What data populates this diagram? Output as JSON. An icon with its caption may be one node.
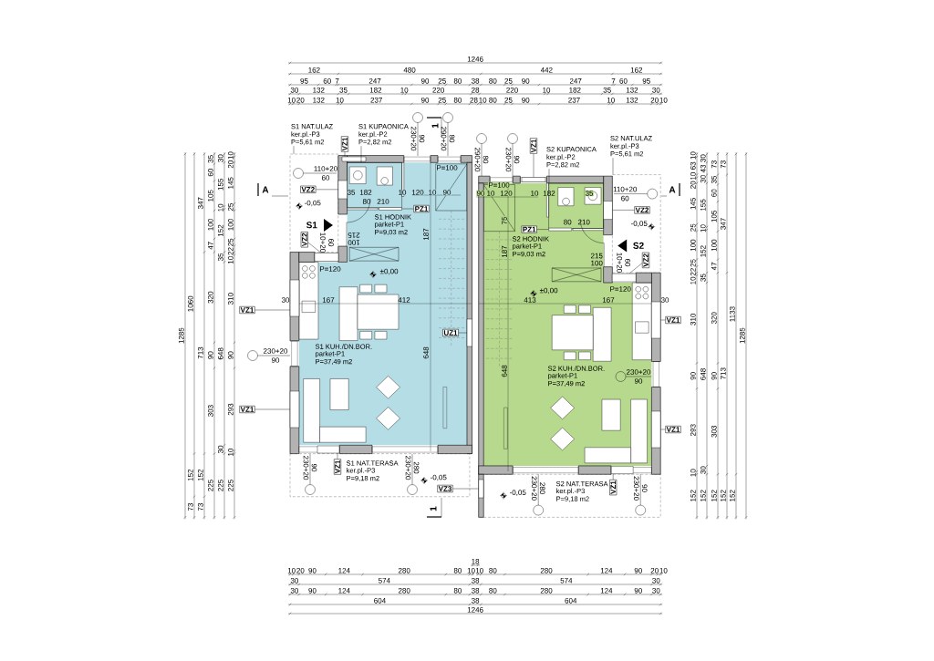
{
  "diagram": {
    "nodes": [
      {
        "text": [],
        "shape": "box"
      },
      {
        "text": [],
        "shape": "box"
      },
      {
        "text": [],
        "shape": "box"
      },
      {
        "text": [],
        "shape": "box"
      },
      {
        "text": [
          "S1 NAT.ULAZ",
          "ker.pl.-P3",
          "P=5,61 m2"
        ]
      },
      {
        "text": [
          "S1 KUPAONICA",
          "ker.pl.-P2",
          "P=2,82 m2"
        ]
      },
      {
        "text": [
          "S2 KUPAONICA",
          "ker.pl.-P2",
          "P=2,82 m2"
        ]
      },
      {
        "text": [
          "S2 NAT.ULAZ",
          "ker.pl.-P3",
          "P=5,61 m2"
        ]
      },
      {
        "text": [
          "VZ1"
        ]
      },
      {
        "text": [
          "VZ2"
        ],
        "in": 0
      },
      {
        "text": [
          "PZ1"
        ]
      },
      {
        "text": [
          "VZ2"
        ],
        "in": 0
      },
      {
        "text": [
          "VZ1"
        ]
      },
      {
        "text": [
          "UZ1"
        ]
      },
      {
        "text": [
          "VZ1"
        ]
      },
      {
        "text": [
          "VZ1"
        ]
      },
      {
        "text": [
          "VZ3"
        ]
      },
      {
        "text": [
          "VZ1"
        ]
      },
      {
        "text": [
          "PZ1"
        ]
      },
      {
        "text": [
          "VZ2"
        ],
        "in": 1
      },
      {
        "text": [
          "VZ2"
        ],
        "in": 1
      },
      {
        "text": [
          "VZ1"
        ]
      },
      {
        "text": [
          "VZ1"
        ]
      },
      {
        "text": [
          "VZ1"
        ]
      },
      {
        "text": [],
        "shape": "bar"
      },
      {
        "text": [],
        "shape": "bar"
      },
      {
        "text": [],
        "shape": "bar"
      },
      {
        "text": [],
        "shape": "bar"
      },
      {
        "text": [],
        "shape": "bar"
      },
      {
        "text": [],
        "shape": "bar"
      },
      {
        "text": [],
        "shape": "bar"
      },
      {
        "text": [],
        "shape": "bar"
      },
      {
        "text": [],
        "shape": "bar"
      },
      {
        "text": [],
        "shape": "bar"
      },
      {
        "text": [],
        "shape": "bar"
      },
      {
        "text": [],
        "shape": "bar"
      },
      {
        "text": [],
        "shape": "bar"
      },
      {
        "text": [],
        "shape": "bar"
      },
      {
        "text": [],
        "shape": "bar"
      },
      {
        "text": [],
        "shape": "bar"
      },
      {
        "text": [
          "S1"
        ],
        "in": 0
      },
      {
        "text": [
          "S2"
        ],
        "in": 1
      }
    ],
    "edges": [
      {
        "from": 4,
        "to": 0,
        "arrow": "none"
      },
      {
        "from": 5,
        "to": 2,
        "arrow": "none"
      },
      {
        "from": 6,
        "to": 3,
        "arrow": "none"
      },
      {
        "from": 7,
        "to": 1,
        "arrow": "none"
      },
      {
        "from": 8,
        "to": 24,
        "arrow": "none"
      },
      {
        "from": 9,
        "to": 25,
        "arrow": "none"
      },
      {
        "from": 10,
        "to": 26,
        "arrow": "none"
      },
      {
        "from": 11,
        "to": 27,
        "arrow": "none"
      },
      {
        "from": 12,
        "to": 28,
        "arrow": "none"
      },
      {
        "from": 13,
        "to": 29,
        "arrow": "none"
      },
      {
        "from": 14,
        "to": 30,
        "arrow": "none"
      },
      {
        "from": 15,
        "to": 31,
        "arrow": "none"
      },
      {
        "from": 16,
        "to": 32,
        "arrow": "none"
      },
      {
        "from": 17,
        "to": 33,
        "arrow": "none"
      },
      {
        "from": 18,
        "to": 34,
        "arrow": "none"
      },
      {
        "from": 19,
        "to": 35,
        "arrow": "none"
      },
      {
        "from": 20,
        "to": 36,
        "arrow": "none"
      },
      {
        "from": 21,
        "to": 37,
        "arrow": "none"
      },
      {
        "from": 22,
        "to": 38,
        "arrow": "none"
      },
      {
        "from": 23,
        "to": 39,
        "arrow": "none"
      }
    ],
    "labels": [
      "1246",
      "162",
      "480",
      "442",
      "162",
      "95",
      "60",
      "7",
      "247",
      "90",
      "25",
      "80",
      "38",
      "80",
      "25",
      "90",
      "247",
      "7",
      "60",
      "95",
      "30",
      "132",
      "35",
      "182",
      "10",
      "220",
      "28",
      "220",
      "10",
      "182",
      "35",
      "132",
      "30",
      "10",
      "20",
      "132",
      "10",
      "237",
      "90",
      "25",
      "80",
      "28",
      "10",
      "80",
      "25",
      "90",
      "237",
      "10",
      "132",
      "20",
      "10",
      "1285",
      "1060",
      "152",
      "73",
      "347",
      "713",
      "152",
      "73",
      "35",
      "60",
      "105",
      "100",
      "47",
      "320",
      "90",
      "303",
      "225",
      "30",
      "155",
      "10",
      "152",
      "35",
      "648",
      "30",
      "225",
      "10",
      "20",
      "145",
      "25",
      "100",
      "25",
      "22",
      "10",
      "310",
      "90",
      "293",
      "10",
      "225",
      "10",
      "63",
      "10",
      "20",
      "145",
      "25",
      "100",
      "25",
      "22",
      "10",
      "310",
      "90",
      "293",
      "10",
      "152",
      "30",
      "43",
      "30",
      "155",
      "10",
      "152",
      "35",
      "648",
      "30",
      "152",
      "73",
      "35",
      "60",
      "105",
      "100",
      "47",
      "320",
      "90",
      "303",
      "152",
      "73",
      "347",
      "713",
      "152",
      "1133",
      "152",
      "1285",
      "18",
      "10",
      "20",
      "90",
      "124",
      "280",
      "80",
      "10",
      "10",
      "80",
      "280",
      "124",
      "90",
      "20",
      "10",
      "30",
      "574",
      "38",
      "574",
      "30",
      "30",
      "90",
      "124",
      "280",
      "80",
      "38",
      "80",
      "280",
      "124",
      "90",
      "30",
      "604",
      "38",
      "604",
      "1246",
      "1",
      "230+20",
      "90",
      "290+20",
      "80",
      "290+20",
      "80",
      "230+20",
      "90",
      "110+20",
      "60",
      "P=100",
      "35",
      "182",
      "10",
      "120",
      "10",
      "90",
      "P=100",
      "90",
      "10",
      "120",
      "10",
      "182",
      "35",
      "110+20",
      "60",
      "-0,05",
      "80",
      "210",
      "S1 HODNIK",
      "parket-P1",
      "P=9,03 m2",
      "80",
      "210",
      "-0,05",
      "10+20",
      "60",
      "215",
      "100",
      "S2 HODNIK",
      "parket-P1",
      "P=9,03 m2",
      "215",
      "100",
      "10+20",
      "60",
      "187",
      "75",
      "187",
      "P=120",
      "±0,00",
      "±0,00",
      "P=120",
      "30",
      "167",
      "412",
      "413",
      "167",
      "30",
      "230+20",
      "90",
      "S1 KUH./DN.BOR.",
      "parket-P1",
      "P=37,49 m2",
      "648",
      "648",
      "230+20",
      "90",
      "S2 KUH./DN.BOR.",
      "parket-P1",
      "P=37,49 m2",
      "230+20",
      "90",
      "S1 NAT.TERASA",
      "ker.pl.-P3",
      "P=9,18 m2",
      "230+20",
      "280",
      "-0,05",
      "230+20",
      "280",
      "S2 NAT.TERASA",
      "ker.pl.-P3",
      "P=9,18 m2",
      "-0,05",
      "230+20",
      "90",
      "1",
      "A",
      "A"
    ]
  }
}
